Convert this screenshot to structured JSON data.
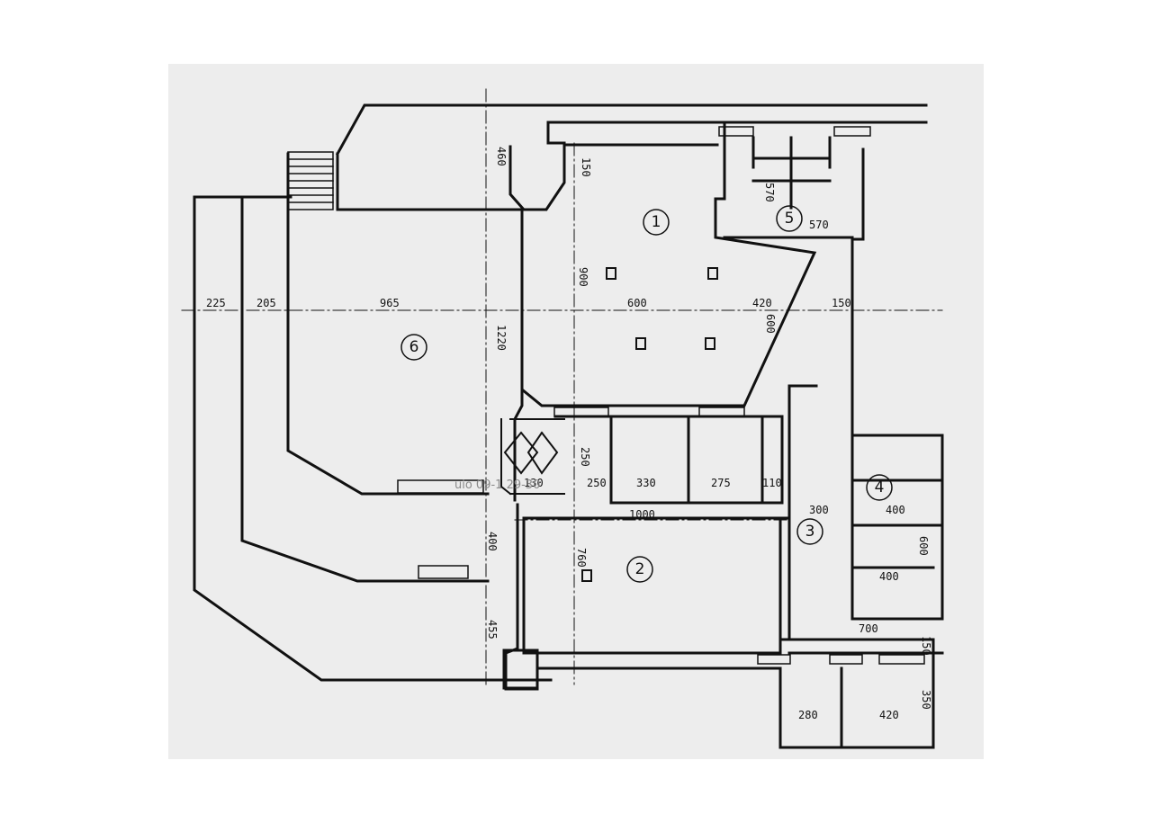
{
  "colors": {
    "paper": "#ededed",
    "ink": "#111111",
    "page": "#ffffff",
    "watermark": "#8a8a8a"
  },
  "watermark": "uio 09-1 29-30",
  "rooms": [
    {
      "id": "room-1",
      "number": "1"
    },
    {
      "id": "room-2",
      "number": "2"
    },
    {
      "id": "room-3",
      "number": "3"
    },
    {
      "id": "room-4",
      "number": "4"
    },
    {
      "id": "room-5",
      "number": "5"
    },
    {
      "id": "room-6",
      "number": "6"
    }
  ],
  "dimensions": {
    "d460": "460",
    "d150_top": "150",
    "d570_small": "570",
    "d570": "570",
    "d225": "225",
    "d205": "205",
    "d965": "965",
    "d900": "900",
    "d600": "600",
    "d420_mid": "420",
    "d150_right": "150",
    "d600_diag": "600",
    "d1220": "1220",
    "d250": "250",
    "d130": "130",
    "d330": "330",
    "d275": "275",
    "d110": "110",
    "d300": "300",
    "d1000": "1000",
    "d400_r4": "400",
    "d600_r": "600",
    "d400_low": "400",
    "d400_left": "400",
    "d760": "760",
    "d700": "700",
    "d150_low": "150",
    "d280": "280",
    "d420_bottom": "420",
    "d350": "350",
    "d455": "455"
  }
}
